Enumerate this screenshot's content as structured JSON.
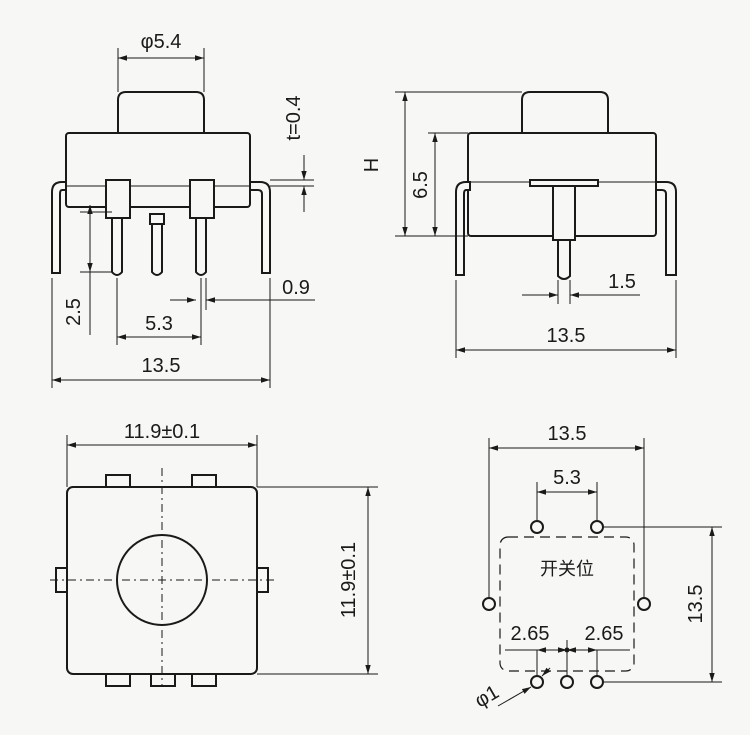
{
  "front_view": {
    "diameter": "φ5.4",
    "thickness": "t=0.4",
    "pin_length": "2.5",
    "pin_pitch": "5.3",
    "pin_width": "0.9",
    "body_width": "13.5"
  },
  "side_view": {
    "height_label": "H",
    "stroke_height": "6.5",
    "pin_width": "1.5",
    "body_width": "13.5"
  },
  "top_view": {
    "width": "11.9±0.1",
    "height": "11.9±0.1"
  },
  "footprint": {
    "width": "13.5",
    "pitch_top": "5.3",
    "label": "开关位",
    "height": "13.5",
    "pitch_left": "2.65",
    "pitch_right": "2.65",
    "hole_diameter": "φ1"
  }
}
